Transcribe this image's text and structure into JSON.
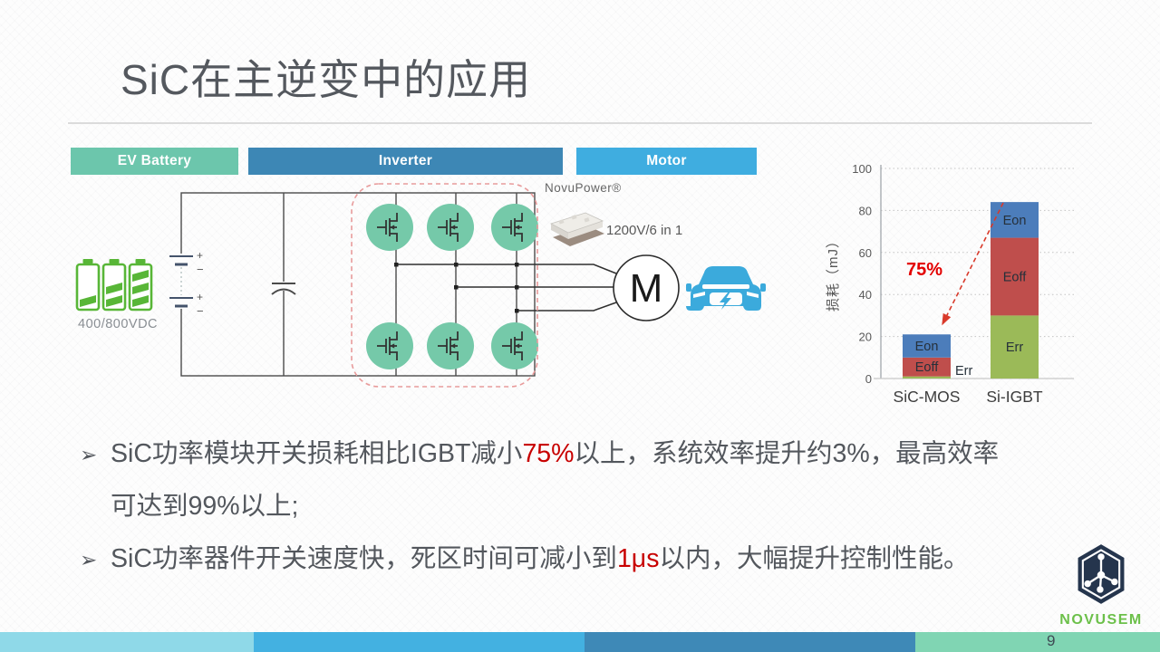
{
  "slide": {
    "title": "SiC在主逆变中的应用",
    "page_number": "9"
  },
  "flow": {
    "battery": "EV Battery",
    "inverter": "Inverter",
    "motor": "Motor"
  },
  "diagram": {
    "battery_voltage": "400/800VDC",
    "module_brand": "NovuPower®",
    "module_spec": "1200V/6 in 1",
    "motor_symbol": "M"
  },
  "chart_data": {
    "type": "bar",
    "stacked": true,
    "categories": [
      "SiC-MOS",
      "Si-IGBT"
    ],
    "series": [
      {
        "name": "Err",
        "color": "#9BBA58",
        "values": [
          1,
          30
        ]
      },
      {
        "name": "Eoff",
        "color": "#BF4E4C",
        "values": [
          9,
          37
        ]
      },
      {
        "name": "Eon",
        "color": "#4C7DBB",
        "values": [
          11,
          17
        ]
      }
    ],
    "ylabel": "损耗（mJ）",
    "ylim": [
      0,
      100
    ],
    "yticks": [
      0,
      20,
      40,
      60,
      80,
      100
    ],
    "grid": "dotted",
    "annotation": "75%"
  },
  "bullets": [
    {
      "marker": "➢",
      "lines": [
        [
          {
            "t": "SiC功率模块开关损耗相比IGBT减小"
          },
          {
            "t": "75%",
            "red": true
          },
          {
            "t": "以上，系统效率提升约3%，最高效率"
          }
        ],
        [
          {
            "t": "可达到99%以上;"
          }
        ]
      ]
    },
    {
      "marker": "➢",
      "lines": [
        [
          {
            "t": "SiC功率器件开关速度快，死区时间可减小到"
          },
          {
            "t": "1μs",
            "red": true
          },
          {
            "t": "以内，大幅提升控制性能。"
          }
        ]
      ]
    }
  ],
  "logo": {
    "name": "NOVUSEM"
  },
  "colors": {
    "accent_red": "#C80000",
    "chart_annotation_red": "#E30000",
    "arrow_red": "#D93A2B",
    "footer_segments": [
      "#8FD9E8",
      "#43B1E1",
      "#3E89B7",
      "#80D5B3"
    ],
    "flow_battery": "#6CC6AC",
    "flow_inverter": "#3D87B5",
    "flow_motor": "#3FADE0",
    "battery_green": "#58B637",
    "mosfet_circle": "#75C9A9",
    "car_blue": "#3BAADC",
    "logo_navy": "#25354D",
    "logo_green": "#6CC04A"
  }
}
